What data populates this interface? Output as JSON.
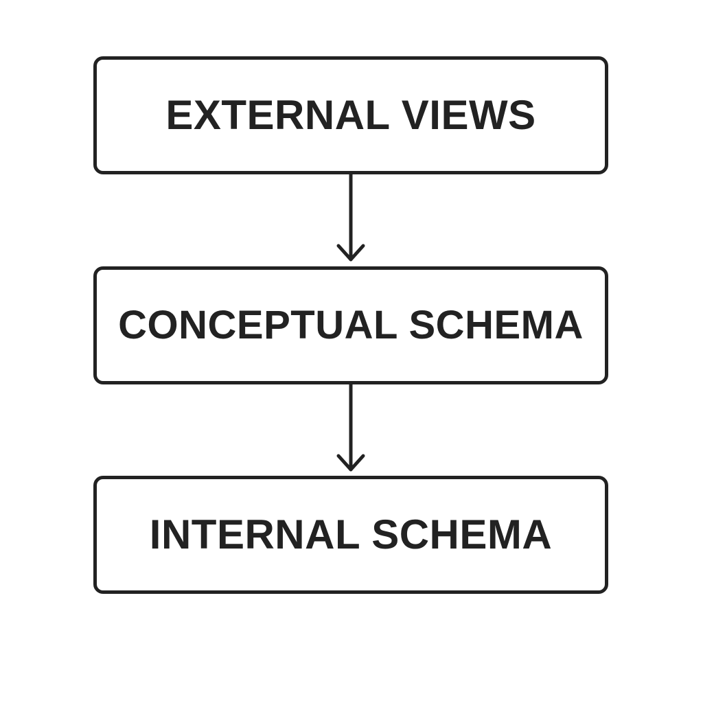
{
  "diagram": {
    "nodes": [
      {
        "id": "external",
        "label": "EXTERNAL VIEWS"
      },
      {
        "id": "conceptual",
        "label": "CONCEPTUAL SCHEMA"
      },
      {
        "id": "internal",
        "label": "INTERNAL SCHEMA"
      }
    ],
    "edges": [
      {
        "from": "external",
        "to": "conceptual"
      },
      {
        "from": "conceptual",
        "to": "internal"
      }
    ],
    "colors": {
      "stroke": "#222222",
      "background": "#ffffff"
    }
  }
}
